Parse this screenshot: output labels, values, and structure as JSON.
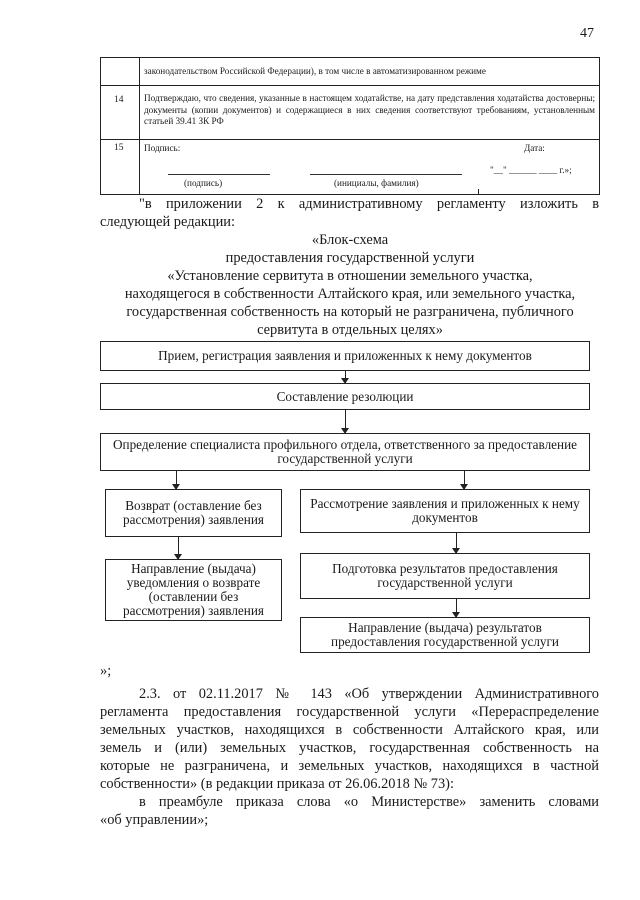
{
  "page_number": "47",
  "table": {
    "row_top_text": "законодательством Российской Федерации), в том числе в автоматизированном режиме",
    "row14_num": "14",
    "row14_text": "Подтверждаю, что сведения, указанные в настоящем ходатайстве, на дату представления ходатайства достоверны; документы (копии документов) и содержащиеся в них сведения соответствуют требованиям, установленным статьей 39.41 ЗК РФ",
    "row15_num": "15",
    "sign_label": "Подпись:",
    "date_label": "Дата:",
    "date_template": "\"__\" ______ ____ г.»;",
    "sign_caption": "(подпись)",
    "name_caption": "(инициалы, фамилия)"
  },
  "intro_line1": "\"в приложении 2 к административному регламенту изложить в",
  "intro_line2": "следующей редакции:",
  "block_title": "«Блок-схема",
  "block_sub1": "предоставления государственной услуги",
  "block_sub2": "«Установление сервитута в отношении земельного участка,",
  "block_sub3": "находящегося в собственности Алтайского края, или земельного участка,",
  "block_sub4": "государственная собственность на который не разграничена, публичного",
  "block_sub5": "сервитута в отдельных целях»",
  "flow": {
    "step1": "Прием, регистрация заявления и  приложенных к нему документов",
    "step2": "Составление резолюции",
    "step3": "Определение специалиста профильного отдела, ответственного за предоставление государственной услуги",
    "left1": "Возврат (оставление без рассмотрения) заявления",
    "left2": "Направление (выдача) уведомления о возврате (оставлении без рассмотрения) заявления",
    "right1": "Рассмотрение заявления и приложенных к нему документов",
    "right2": "Подготовка результатов предоставления государственной услуги",
    "right3": "Направление (выдача) результатов предоставления государственной услуги"
  },
  "closing_mark": "»;",
  "para_lines": [
    "2.3. от   02.11.2017   №   143   «Об   утверждении   Административного",
    "регламента предоставления государственной услуги «Перераспределение",
    "земельных участков, находящихся в собственности Алтайского края, или",
    "земель и (или) земельных участков, государственная собственность на",
    "которые не разграничена, и земельных участков, находящихся в частной",
    "собственности» (в редакции приказа от 26.06.2018 № 73):"
  ],
  "final_line1": "в преамбуле приказа слова «о Министерстве» заменить словами",
  "final_line2": "«об управлении»;"
}
